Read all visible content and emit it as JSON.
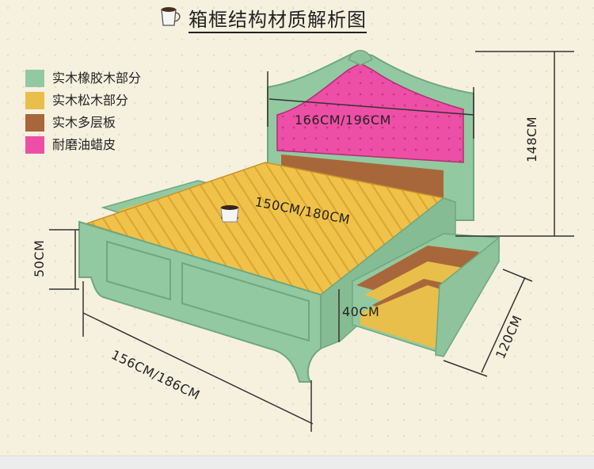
{
  "title": "箱框结构材质解析图",
  "title_icon": "coffee-cup-icon",
  "legend": [
    {
      "label": "实木橡胶木部分",
      "color": "#93c9a0"
    },
    {
      "label": "实木松木部分",
      "color": "#e8bf4a"
    },
    {
      "label": "实木多层板",
      "color": "#a8673a"
    },
    {
      "label": "耐磨油蜡皮",
      "color": "#ee4fa6"
    }
  ],
  "dimensions": {
    "headboard_width": "166CM/196CM",
    "height": "148CM",
    "mattress": "150CM/180CM",
    "frame_height": "50CM",
    "drawer_height": "40CM",
    "length": "156CM/186CM",
    "drawer_length": "120CM"
  }
}
